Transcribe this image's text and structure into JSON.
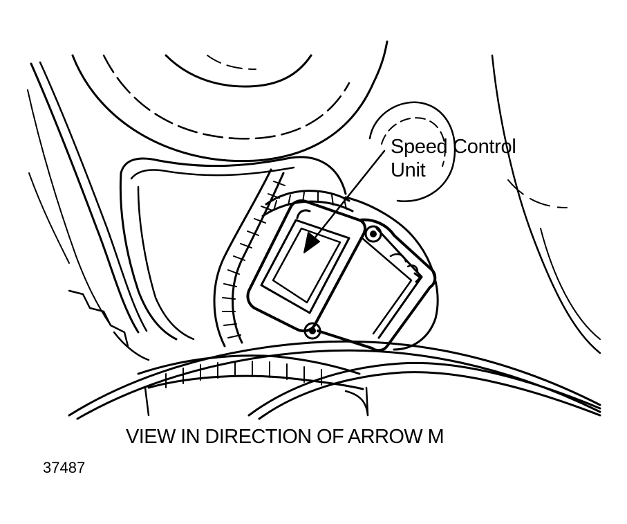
{
  "callout": {
    "line1": "Speed Control",
    "line2": "Unit"
  },
  "caption": "VIEW IN DIRECTION OF ARROW M",
  "figure_number": "37487"
}
